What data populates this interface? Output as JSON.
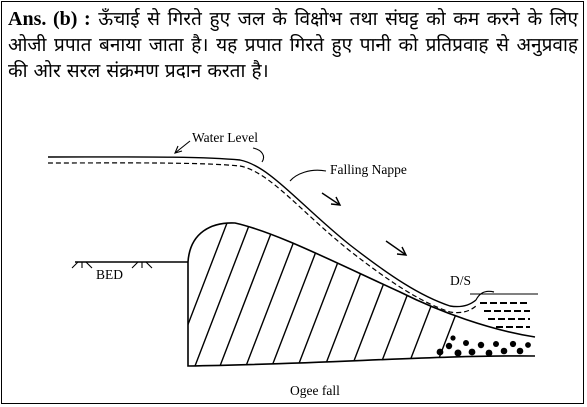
{
  "answer": {
    "prefix": "Ans. (b) :",
    "text": "ऊँचाई से गिरते हुए जल के विक्षोभ तथा संघट्ट को कम करने के लिए ओजी प्रपात बनाया जाता है। यह प्रपात गिरते हुए पानी को प्रतिप्रवाह से अनुप्रवाह की ओर सरल संक्रमण प्रदान करता है।"
  },
  "diagram": {
    "labels": {
      "water_level": "Water Level",
      "falling_nappe": "Falling Nappe",
      "bed": "BED",
      "downstream": "D/S",
      "caption": "Ogee fall"
    },
    "colors": {
      "stroke": "#000000",
      "background": "#ffffff"
    }
  }
}
